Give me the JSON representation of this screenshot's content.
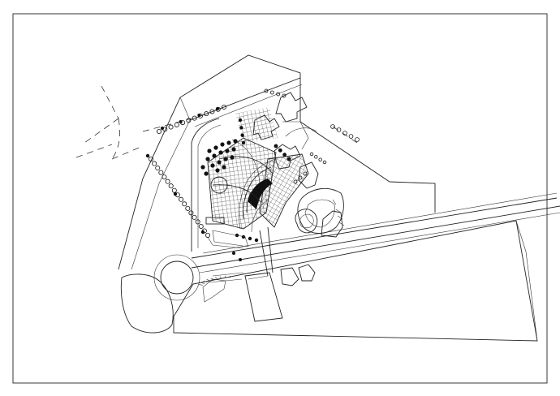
{
  "drawing": {
    "type": "site-plan",
    "style": "black line CAD drawing on white background",
    "colors": {
      "background": "#ffffff",
      "lines": "#222222"
    },
    "elements": [
      "drawing-frame",
      "site-boundary",
      "main-road",
      "roundabout",
      "dashed-access-roads",
      "building-footprints",
      "paving-grids",
      "curved-terrace-rows",
      "tree-rows",
      "lawn-tree-cluster",
      "pond",
      "lower-pier-structure",
      "east-parcel"
    ]
  }
}
